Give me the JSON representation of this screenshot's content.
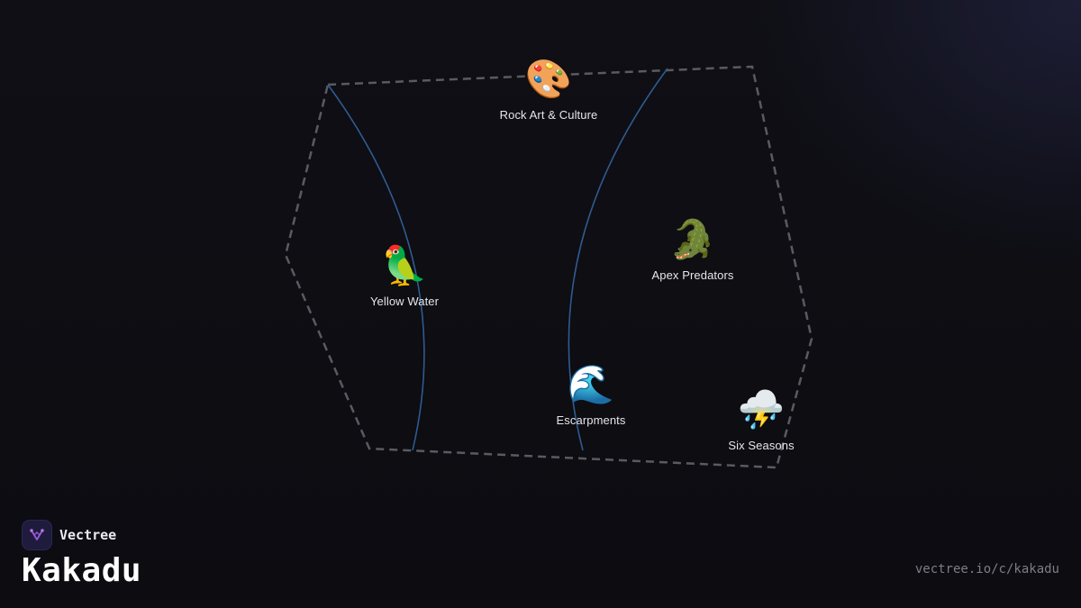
{
  "brand": {
    "name": "Vectree",
    "logo_icon": "vectree-tree-icon",
    "logo_color": "#9b59d6"
  },
  "title": "Kakadu",
  "url": "vectree.io/c/kakadu",
  "colors": {
    "background": "#0d0d12",
    "boundary": "#5a5a62",
    "edge": "#2f5b8f",
    "label": "#e6e6ea"
  },
  "nodes": [
    {
      "id": "rock-art",
      "label": "Rock Art & Culture",
      "emoji": "🎨",
      "icon": "palette-icon"
    },
    {
      "id": "yellow-water",
      "label": "Yellow Water",
      "emoji": "🦜",
      "icon": "parrot-icon"
    },
    {
      "id": "apex-predators",
      "label": "Apex Predators",
      "emoji": "🐊",
      "icon": "crocodile-icon"
    },
    {
      "id": "escarpments",
      "label": "Escarpments",
      "emoji": "🌊",
      "icon": "wave-icon"
    },
    {
      "id": "six-seasons",
      "label": "Six Seasons",
      "emoji": "⛈️",
      "icon": "storm-cloud-icon"
    }
  ]
}
